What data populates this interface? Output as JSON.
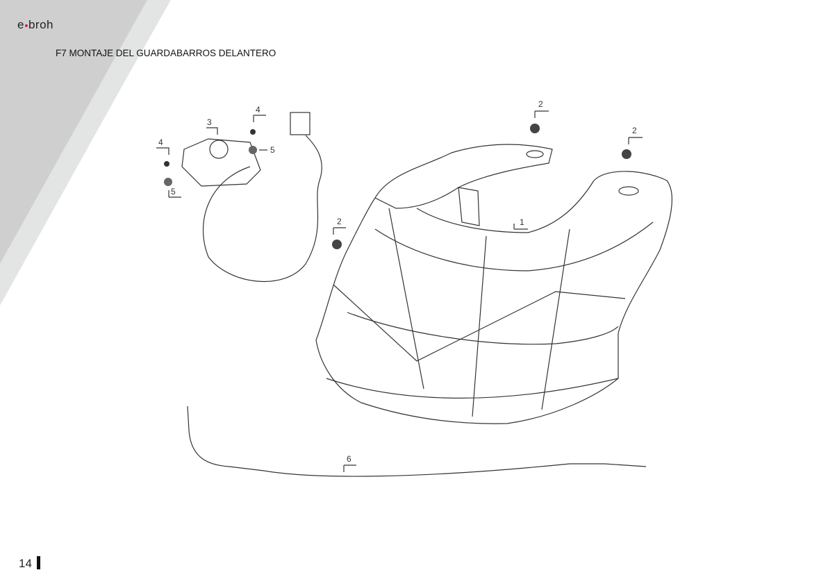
{
  "header": {
    "logo_left": "e",
    "logo_right": "broh",
    "title": "F7 MONTAJE DEL GUARDABARROS DELANTERO"
  },
  "parts": {
    "p1": "1",
    "p2a": "2",
    "p2b": "2",
    "p2c": "2",
    "p3": "3",
    "p4a": "4",
    "p4b": "4",
    "p5a": "5",
    "p5b": "5",
    "p6": "6"
  },
  "footer": {
    "page_number": "14"
  },
  "colors": {
    "accent": "#d81b60",
    "band_dark": "#cfcfcf",
    "band_light": "#e3e4e4"
  }
}
